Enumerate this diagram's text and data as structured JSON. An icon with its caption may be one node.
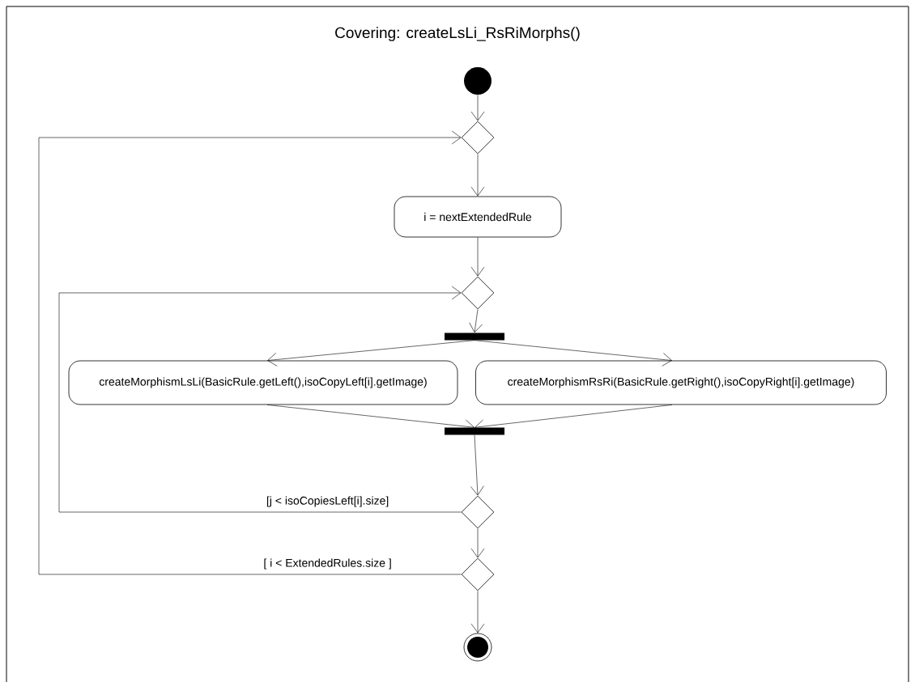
{
  "diagram": {
    "title": "Covering: createLsLi_RsRiMorphs()",
    "nodes": [
      {
        "text": [],
        "shape": "circle"
      },
      {
        "text": [],
        "shape": "diamond"
      },
      {
        "text": [
          "i = nextExtendedRule"
        ]
      },
      {
        "text": [],
        "shape": "diamond"
      },
      {
        "text": [],
        "shape": "bar"
      },
      {
        "text": [
          "createMorphismLsLi(BasicRule.getLeft(),isoCopyLeft[i].getImage)"
        ]
      },
      {
        "text": [
          "createMorphismRsRi(BasicRule.getRight(),isoCopyRight[i].getImage)"
        ]
      },
      {
        "text": [],
        "shape": "bar"
      },
      {
        "text": [],
        "shape": "diamond"
      },
      {
        "text": [],
        "shape": "diamond"
      },
      {
        "text": [],
        "shape": "bullseye"
      }
    ],
    "edges": [
      {
        "from": 0,
        "to": 1,
        "arrow": "to"
      },
      {
        "from": 1,
        "to": 2,
        "arrow": "to"
      },
      {
        "from": 2,
        "to": 3,
        "arrow": "to"
      },
      {
        "from": 3,
        "to": 4,
        "arrow": "to"
      },
      {
        "from": 4,
        "to": 5,
        "arrow": "to"
      },
      {
        "from": 4,
        "to": 6,
        "arrow": "to"
      },
      {
        "from": 5,
        "to": 7,
        "arrow": "to"
      },
      {
        "from": 6,
        "to": 7,
        "arrow": "to"
      },
      {
        "from": 7,
        "to": 8,
        "arrow": "to"
      },
      {
        "from": 8,
        "to": 3,
        "arrow": "to",
        "label": "[j < isoCopiesLeft[i].size]"
      },
      {
        "from": 8,
        "to": 9,
        "arrow": "to"
      },
      {
        "from": 9,
        "to": 1,
        "arrow": "to",
        "label": "[ i < ExtendedRules.size ]"
      },
      {
        "from": 9,
        "to": 10,
        "arrow": "to"
      }
    ]
  }
}
